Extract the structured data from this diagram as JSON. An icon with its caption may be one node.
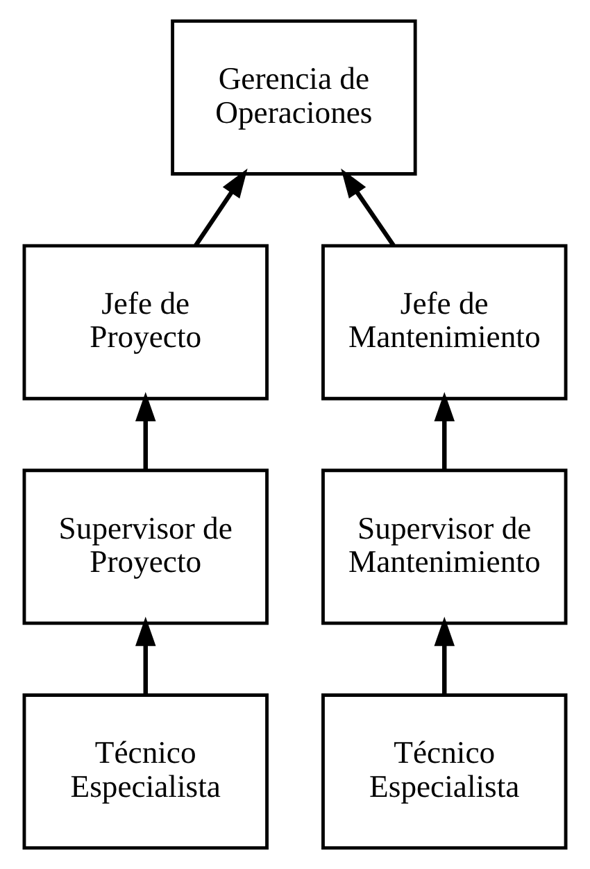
{
  "diagram": {
    "nodes": [
      {
        "text": [
          "Gerencia de Operaciones"
        ]
      },
      {
        "text": [
          "Jefe de Proyecto"
        ]
      },
      {
        "text": [
          "Jefe de Mantenimiento"
        ]
      },
      {
        "text": [
          "Supervisor de Proyecto"
        ]
      },
      {
        "text": [
          "Supervisor de Mantenimiento"
        ]
      },
      {
        "text": [
          "Técnico Especialista"
        ]
      },
      {
        "text": [
          "Técnico Especialista"
        ]
      }
    ],
    "edges": [
      {
        "from": 1,
        "to": 0,
        "arrow": "to"
      },
      {
        "from": 2,
        "to": 0,
        "arrow": "to"
      },
      {
        "from": 3,
        "to": 1,
        "arrow": "to"
      },
      {
        "from": 4,
        "to": 2,
        "arrow": "to"
      },
      {
        "from": 5,
        "to": 3,
        "arrow": "to"
      },
      {
        "from": 6,
        "to": 4,
        "arrow": "to"
      }
    ]
  }
}
